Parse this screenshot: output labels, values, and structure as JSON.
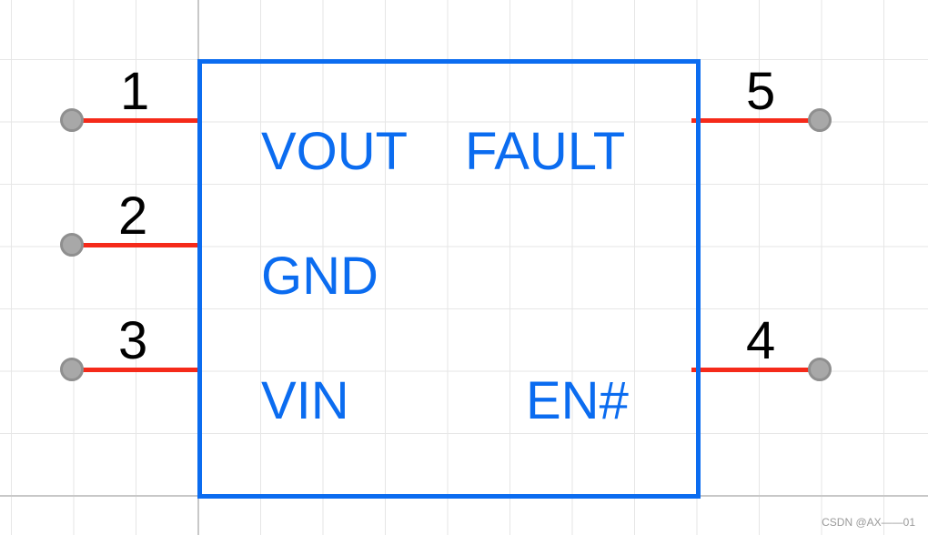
{
  "pins": {
    "p1": {
      "number": "1",
      "name": "VOUT"
    },
    "p2": {
      "number": "2",
      "name": "GND"
    },
    "p3": {
      "number": "3",
      "name": "VIN"
    },
    "p4": {
      "number": "4",
      "name": "EN#"
    },
    "p5": {
      "number": "5",
      "name": "FAULT"
    }
  },
  "watermark": "CSDN @AX——01",
  "colors": {
    "body_outline": "#0b6cf0",
    "pin_line": "#f52a1a",
    "pin_dot": "#a8a8a8",
    "label_text": "#0b6cf0",
    "number_text": "#000000",
    "grid": "#e6e6e6",
    "grid_axis": "#c8c8c8"
  }
}
